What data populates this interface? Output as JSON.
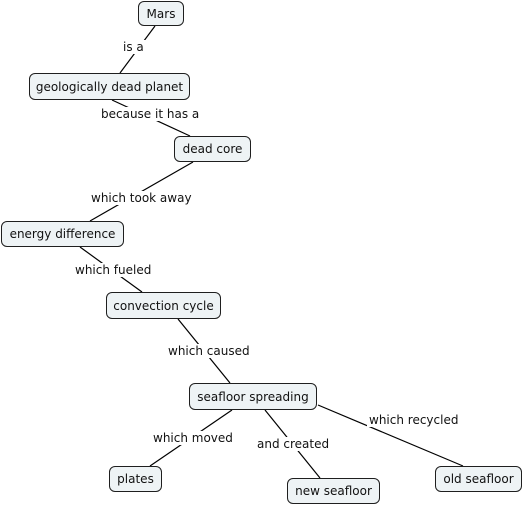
{
  "nodes": {
    "mars": "Mars",
    "geologically_dead_planet": "geologically dead planet",
    "dead_core": "dead core",
    "energy_difference": "energy difference",
    "convection_cycle": "convection cycle",
    "seafloor_spreading": "seafloor spreading",
    "plates": "plates",
    "new_seafloor": "new seafloor",
    "old_seafloor": "old seafloor"
  },
  "links": {
    "is_a": "is a",
    "because_it_has_a": "because it has a",
    "which_took_away": "which took away",
    "which_fueled": "which fueled",
    "which_caused": "which caused",
    "which_moved": "which moved",
    "and_created": "and created",
    "which_recycled": "which recycled"
  },
  "colors": {
    "node_fill": "#eef3f5",
    "node_border": "#1f1f1f",
    "line": "#000000"
  }
}
